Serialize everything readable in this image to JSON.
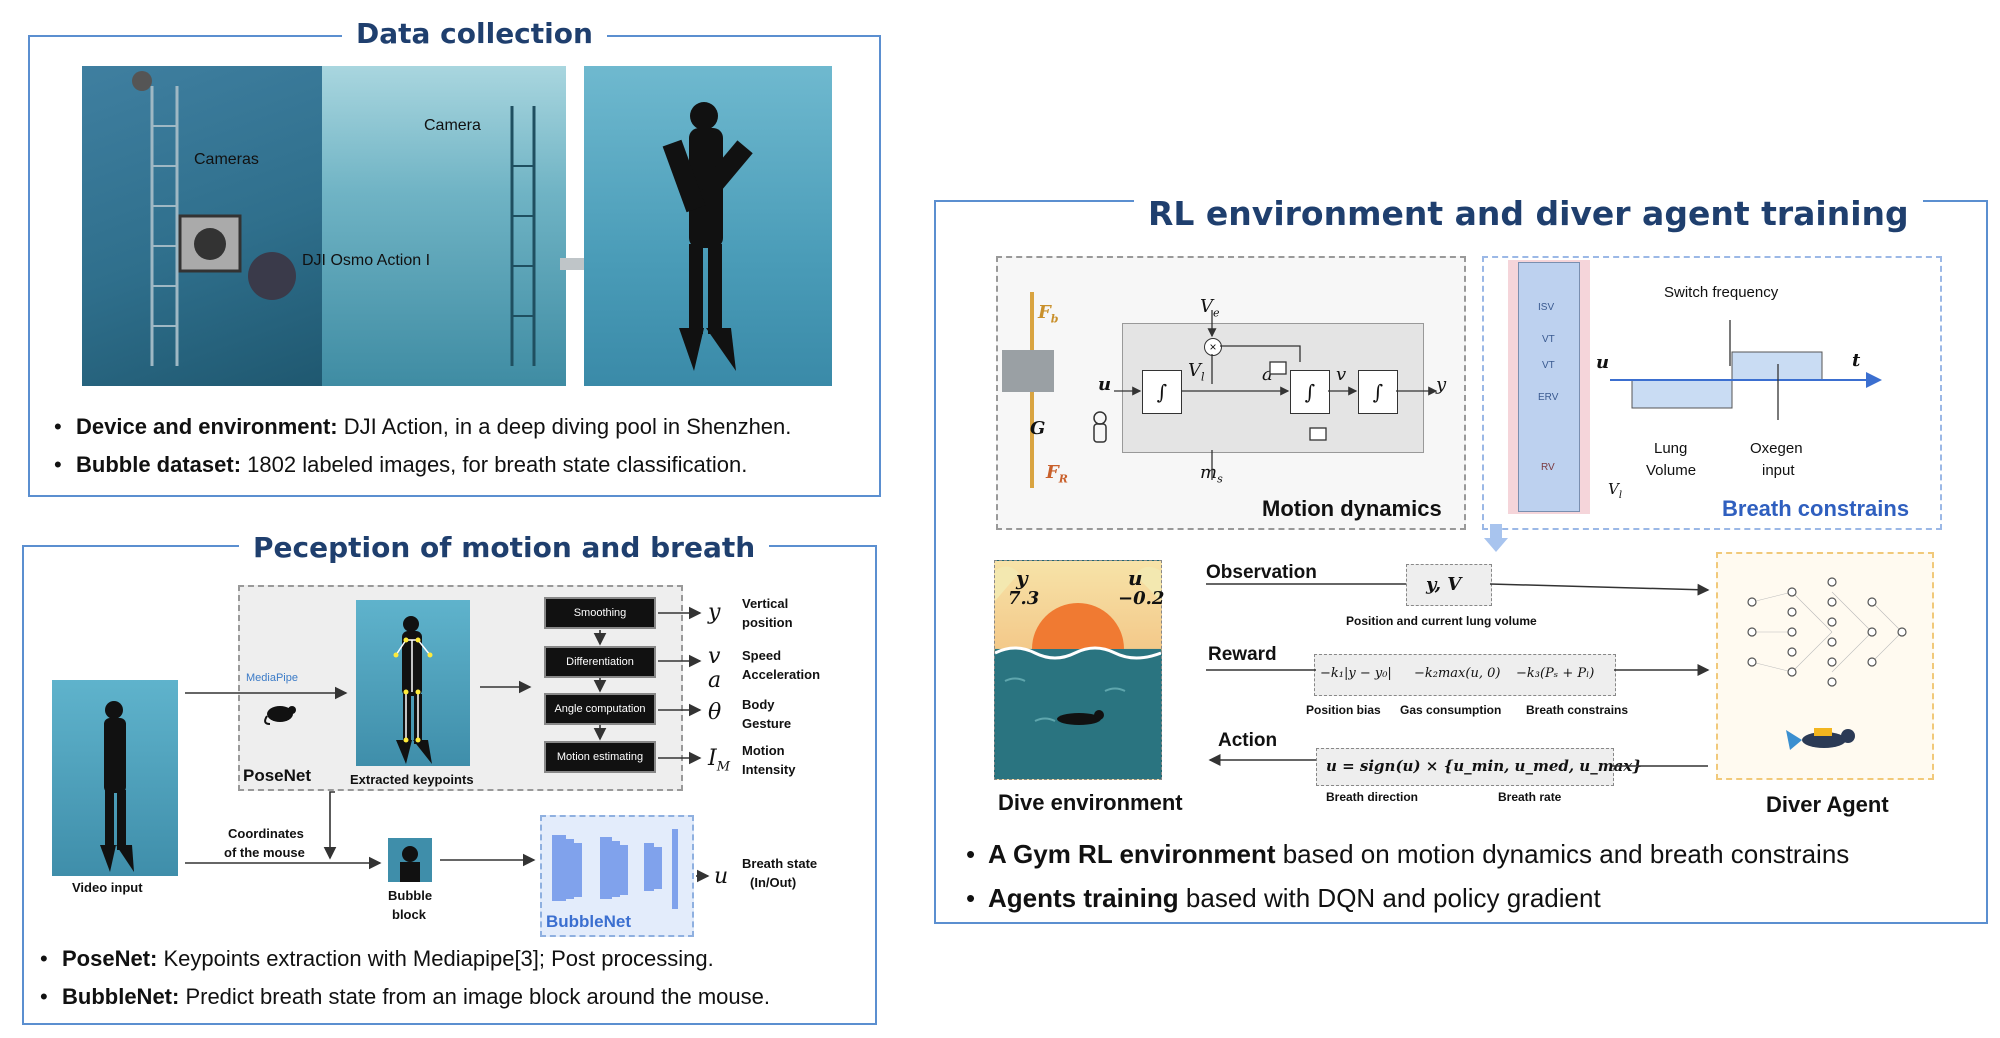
{
  "data_collection": {
    "title": "Data collection",
    "photo_labels": {
      "cameras": "Cameras",
      "camera": "Camera",
      "dji": "DJI Osmo Action I"
    },
    "bullets": [
      {
        "bold": "Device and environment:",
        "text": " DJI Action, in a deep diving pool in Shenzhen."
      },
      {
        "bold": "Bubble dataset:",
        "text": " 1802 labeled images, for breath state classification."
      }
    ]
  },
  "perception": {
    "title": "Peception of motion and breath",
    "video_input": "Video input",
    "mediapipe": "MediaPipe",
    "posenet": "PoseNet",
    "extracted_keypoints": "Extracted keypoints",
    "blocks": [
      "Smoothing",
      "Differentiation",
      "Angle computation",
      "Motion estimating"
    ],
    "outputs": [
      {
        "symbol": "y",
        "label1": "Vertical",
        "label2": "position"
      },
      {
        "symbol": "v",
        "symbol2": "a",
        "label1": "Speed",
        "label2": "Acceleration"
      },
      {
        "symbol": "θ",
        "label1": "Body",
        "label2": "Gesture"
      },
      {
        "symbol": "I",
        "sub": "M",
        "label1": "Motion",
        "label2": "Intensity"
      }
    ],
    "coords_label1": "Coordinates",
    "coords_label2": "of the mouse",
    "bubble_block1": "Bubble",
    "bubble_block2": "block",
    "bubblenet": "BubbleNet",
    "u_symbol": "u",
    "breath_state1": "Breath state",
    "breath_state2": "(In/Out)",
    "bullets": [
      {
        "bold": "PoseNet:",
        "text": " Keypoints extraction with Mediapipe[3]; Post processing."
      },
      {
        "bold": "BubbleNet:",
        "text": " Predict breath state from an image block around the mouse."
      }
    ]
  },
  "rl": {
    "title": "RL environment and diver agent training",
    "motion_dynamics": "Motion dynamics",
    "breath_constrains": "Breath constrains",
    "sym": {
      "Fb": "F",
      "Fb_sub": "b",
      "G": "G",
      "FR": "F",
      "FR_sub": "R",
      "Ve": "V",
      "Ve_sub": "e",
      "u": "u",
      "Vl": "V",
      "Vl_sub": "l",
      "a": "a",
      "v": "v",
      "y": "y",
      "ms": "m",
      "ms_sub": "s",
      "t": "t"
    },
    "lung_labels": [
      "ISV",
      "VT",
      "VT",
      "ERV",
      "RV"
    ],
    "switch_frequency": "Switch frequency",
    "lung_volume1": "Lung",
    "lung_volume2": "Volume",
    "oxygen1": "Oxegen",
    "oxygen2": "input",
    "dive_env": {
      "y_label": "y",
      "y_value": "7.3",
      "u_label": "u",
      "u_value": "−0.2",
      "caption": "Dive environment"
    },
    "observation": "Observation",
    "obs_formula": "y, V",
    "obs_caption": "Position and current lung volume",
    "reward": "Reward",
    "reward_terms": [
      "−k₁|y − y₀|",
      "−k₂max(u, 0)",
      "−k₃(Pₛ + Pₗ)"
    ],
    "reward_captions": [
      "Position bias",
      "Gas consumption",
      "Breath constrains"
    ],
    "action": "Action",
    "action_formula": "u = sign(u) × {u_min, u_med, u_max}",
    "action_captions": [
      "Breath direction",
      "Breath rate"
    ],
    "diver_agent": "Diver Agent",
    "bullets": [
      {
        "bold": "A Gym RL environment",
        "text": " based on motion dynamics and breath constrains"
      },
      {
        "bold": "Agents training",
        "text": " based with DQN and policy gradient"
      }
    ]
  },
  "colors": {
    "border_blue": "#5b8fd0",
    "title_navy": "#1f3f6e",
    "pool_teal": "#4a8fa3",
    "bubblenet_blue": "#5a86e0",
    "agent_gold": "#f1c97a"
  }
}
